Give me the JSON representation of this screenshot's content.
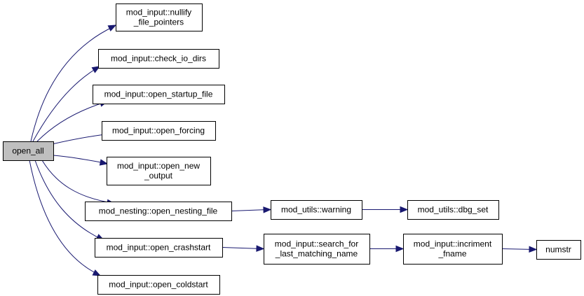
{
  "graph": {
    "node_fill": "#ffffff",
    "root_fill": "#bfbfbf",
    "edge_color": "#191970",
    "nodes": [
      {
        "id": "open_all",
        "lines": [
          "open_all"
        ],
        "root": true
      },
      {
        "id": "nullify",
        "lines": [
          "mod_input::nullify",
          "_file_pointers"
        ]
      },
      {
        "id": "check_io",
        "lines": [
          "mod_input::check_io_dirs"
        ]
      },
      {
        "id": "startup",
        "lines": [
          "mod_input::open_startup_file"
        ]
      },
      {
        "id": "forcing",
        "lines": [
          "mod_input::open_forcing"
        ]
      },
      {
        "id": "new_output",
        "lines": [
          "mod_input::open_new",
          "_output"
        ]
      },
      {
        "id": "nesting",
        "lines": [
          "mod_nesting::open_nesting_file"
        ]
      },
      {
        "id": "crashstart",
        "lines": [
          "mod_input::open_crashstart"
        ]
      },
      {
        "id": "coldstart",
        "lines": [
          "mod_input::open_coldstart"
        ]
      },
      {
        "id": "warning",
        "lines": [
          "mod_utils::warning"
        ]
      },
      {
        "id": "dbg_set",
        "lines": [
          "mod_utils::dbg_set"
        ]
      },
      {
        "id": "search",
        "lines": [
          "mod_input::search_for",
          "_last_matching_name"
        ]
      },
      {
        "id": "incriment",
        "lines": [
          "mod_input::incriment",
          "_fname"
        ]
      },
      {
        "id": "numstr",
        "lines": [
          "numstr"
        ]
      }
    ],
    "edges": [
      {
        "from": "open_all",
        "to": "nullify"
      },
      {
        "from": "open_all",
        "to": "check_io"
      },
      {
        "from": "open_all",
        "to": "startup"
      },
      {
        "from": "open_all",
        "to": "forcing"
      },
      {
        "from": "open_all",
        "to": "new_output"
      },
      {
        "from": "open_all",
        "to": "nesting"
      },
      {
        "from": "open_all",
        "to": "crashstart"
      },
      {
        "from": "open_all",
        "to": "coldstart"
      },
      {
        "from": "nesting",
        "to": "warning"
      },
      {
        "from": "warning",
        "to": "dbg_set"
      },
      {
        "from": "crashstart",
        "to": "search"
      },
      {
        "from": "search",
        "to": "incriment"
      },
      {
        "from": "incriment",
        "to": "numstr"
      }
    ]
  }
}
